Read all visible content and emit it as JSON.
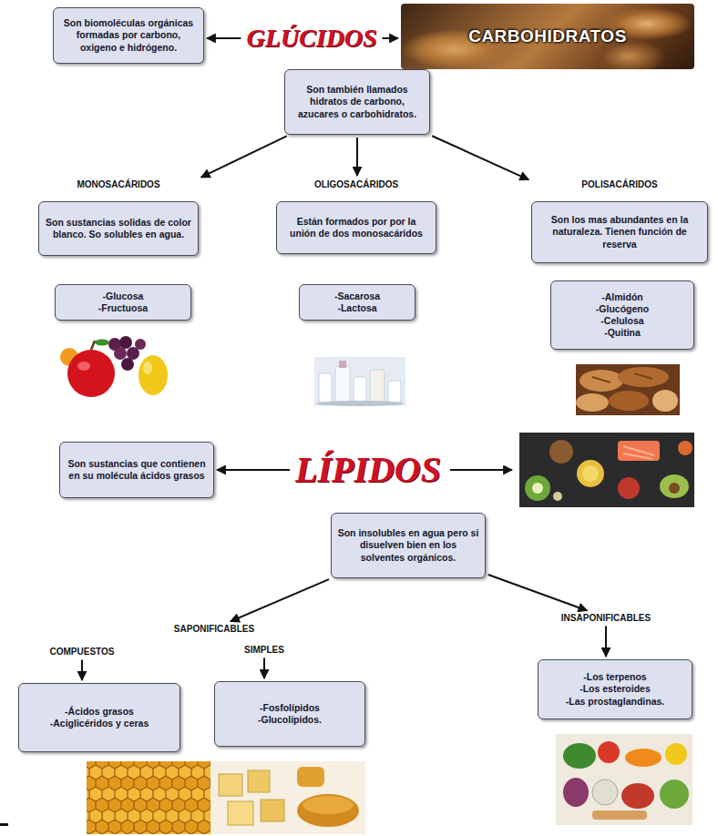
{
  "diagram": {
    "nodes": [
      {
        "text": [
          "GLÚCIDOS"
        ]
      },
      {
        "text": [
          "Son biomoléculas orgánicas formadas por carbono, oxigeno e hidrógeno."
        ]
      },
      {
        "text": [
          "CARBOHIDRATOS"
        ]
      },
      {
        "text": [
          "Son también llamados hidratos de carbono, azucares o carbohidratos."
        ]
      },
      {
        "text": [
          "MONOSACÁRIDOS",
          "Son sustancias solidas de color blanco. So solubles en agua."
        ]
      },
      {
        "text": [
          "-Glucosa",
          "-Fructuosa"
        ]
      },
      {
        "text": [
          "OLIGOSACÁRIDOS",
          "Están formados por por la unión de dos monosacáridos"
        ]
      },
      {
        "text": [
          "-Sacarosa",
          "-Lactosa"
        ]
      },
      {
        "text": [
          "POLISACÁRIDOS",
          "Son los mas abundantes en la naturaleza. Tienen función de reserva"
        ]
      },
      {
        "text": [
          "-Almidón",
          "-Glucógeno",
          "-Celulosa",
          "-Quitina"
        ]
      },
      {
        "text": [
          "LÍPIDOS"
        ]
      },
      {
        "text": [
          "Son sustancias que contienen en su molécula ácidos grasos"
        ]
      },
      {
        "text": [
          "Son insolubles en agua pero si disuelven bien en los solventes orgánicos."
        ]
      },
      {
        "text": [
          "SAPONIFICABLES"
        ]
      },
      {
        "text": [
          "COMPUESTOS"
        ]
      },
      {
        "text": [
          "-Ácidos grasos",
          "-Aciglicéridos y ceras"
        ]
      },
      {
        "text": [
          "SIMPLES"
        ]
      },
      {
        "text": [
          "-Fosfolípidos",
          "-Glucolípidos."
        ]
      },
      {
        "text": [
          "INSAPONIFICABLES"
        ]
      },
      {
        "text": [
          "-Los terpenos",
          "-Los esteroides",
          "-Las prostaglandinas."
        ]
      }
    ],
    "edges": [
      {
        "from": 0,
        "to": 1,
        "arrow": "to"
      },
      {
        "from": 0,
        "to": 2,
        "arrow": "to"
      },
      {
        "from": 3,
        "to": 4,
        "arrow": "to"
      },
      {
        "from": 3,
        "to": 6,
        "arrow": "to"
      },
      {
        "from": 3,
        "to": 8,
        "arrow": "to"
      },
      {
        "from": 10,
        "to": 11,
        "arrow": "to"
      },
      {
        "from": 12,
        "to": 13,
        "arrow": "to"
      },
      {
        "from": 12,
        "to": 18,
        "arrow": "to"
      },
      {
        "from": 14,
        "to": 15,
        "arrow": "to"
      },
      {
        "from": 16,
        "to": 17,
        "arrow": "to"
      },
      {
        "from": 18,
        "to": 19,
        "arrow": "to"
      }
    ]
  }
}
